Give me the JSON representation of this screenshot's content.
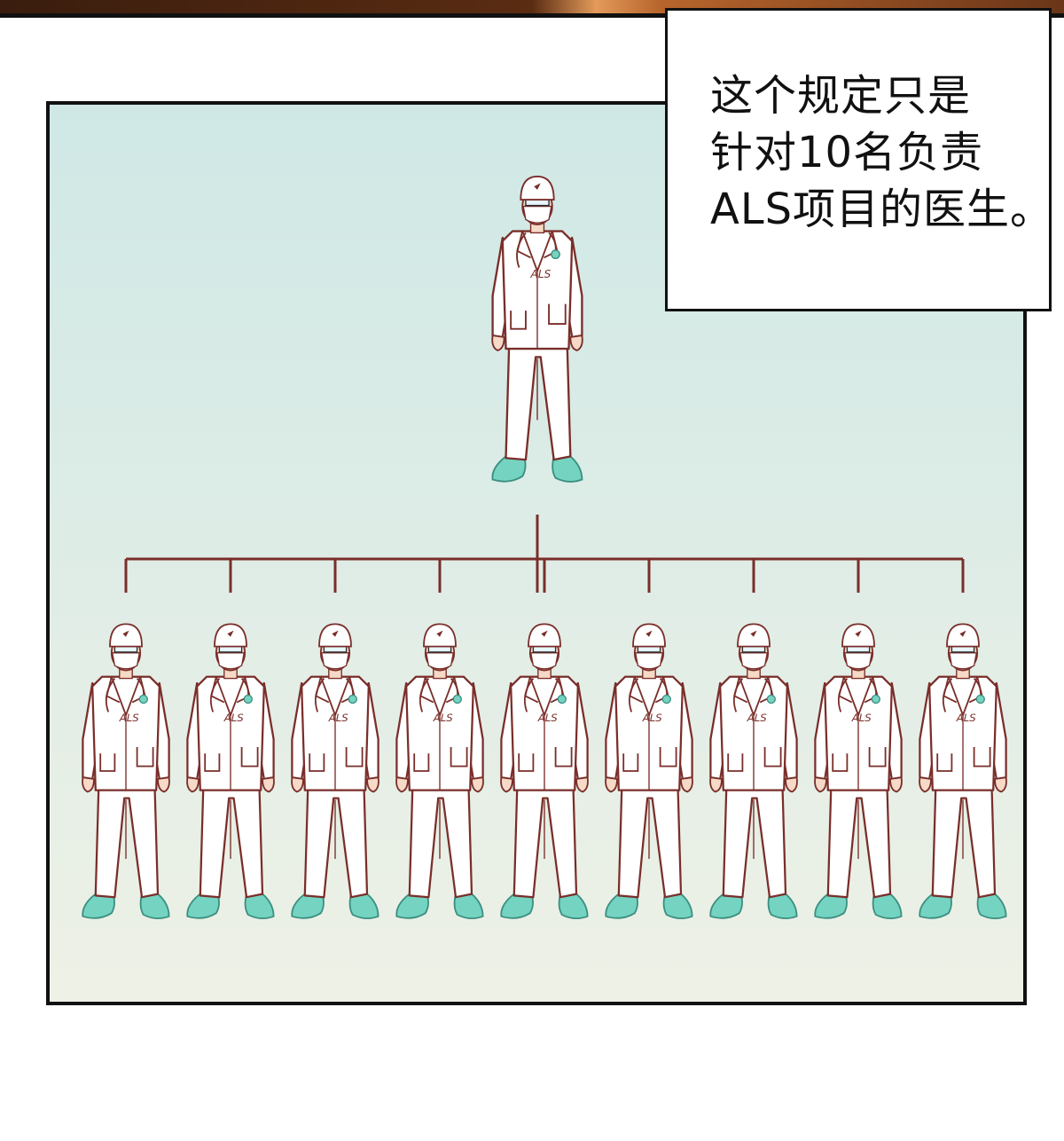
{
  "caption": {
    "lines": [
      "这个规定只是",
      "针对10名负责",
      "ALS项目的医生。"
    ]
  },
  "figures": {
    "badge_text": "ALS",
    "top_count": 1,
    "bottom_count": 9
  },
  "colors": {
    "panel_border": "#111111",
    "bg_top": "#cfe8e6",
    "bg_bottom": "#eef1e6",
    "outline": "#7a2e2a",
    "coat": "#ffffff",
    "shoe": "#74d3c1",
    "top_strip_dark": "#3a1d0e",
    "top_strip_light": "#e39a5a"
  },
  "icons": {
    "doctor": "doctor-figure-icon",
    "stethoscope": "stethoscope-icon"
  }
}
